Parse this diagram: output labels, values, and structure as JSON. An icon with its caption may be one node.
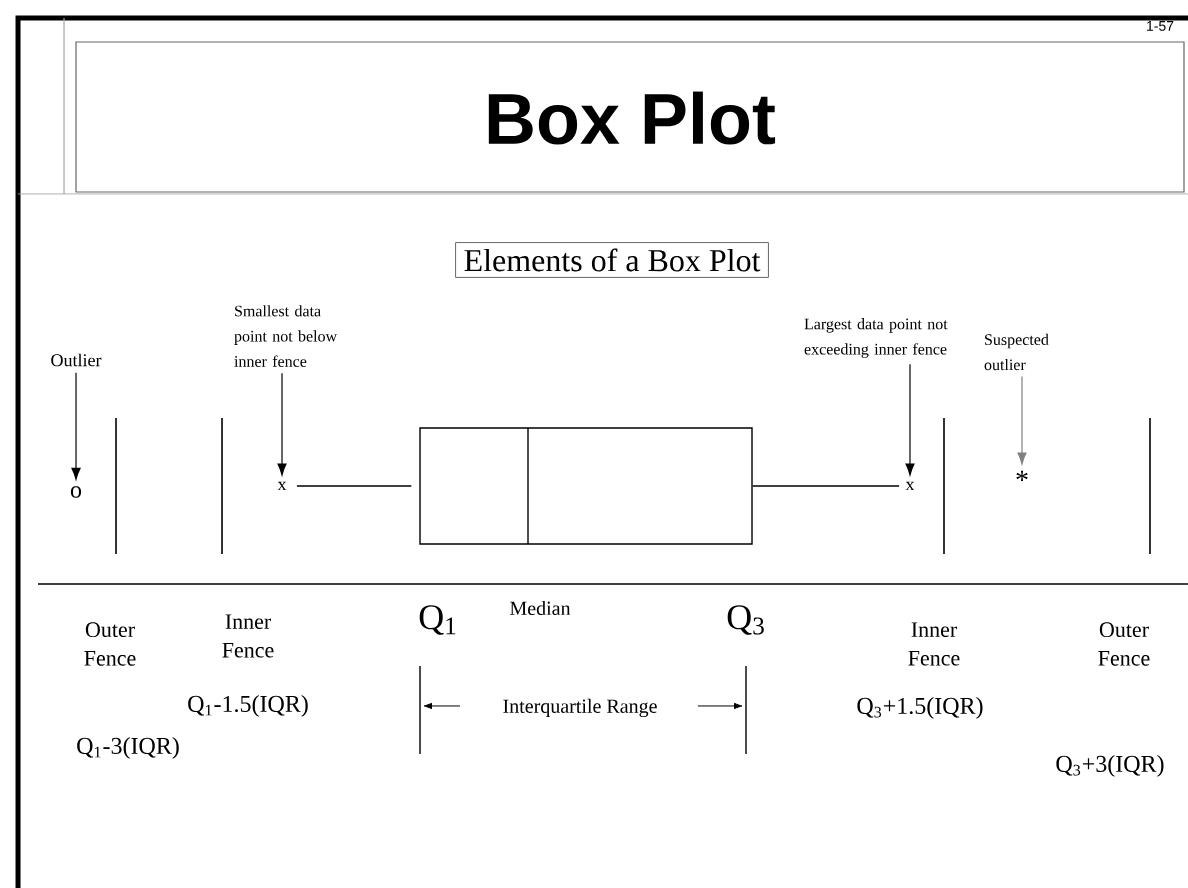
{
  "diagram": {
    "title": "Box Plot",
    "nodes": [
      {
        "text": [
          "Outlier"
        ]
      },
      {
        "text": [
          "o"
        ]
      },
      {
        "text": [
          "Smallest data point not below inner fence"
        ]
      },
      {
        "text": [
          "x"
        ]
      },
      {
        "text": [
          "Largest data point not exceeding inner fence"
        ]
      },
      {
        "text": [
          "x"
        ]
      },
      {
        "text": [
          "Suspected outlier"
        ]
      },
      {
        "text": [
          "*"
        ]
      },
      {
        "text": [
          "Elements of a Box Plot"
        ]
      },
      {
        "text": [],
        "shape": "box"
      }
    ],
    "edges": [
      {
        "from": 0,
        "to": 1,
        "arrow": "to"
      },
      {
        "from": 2,
        "to": 3,
        "arrow": "to"
      },
      {
        "from": 4,
        "to": 5,
        "arrow": "to"
      },
      {
        "from": 6,
        "to": 7,
        "arrow": "to",
        "color": "#808080"
      },
      {
        "from": 3,
        "to": 9,
        "arrow": "none"
      },
      {
        "from": 9,
        "to": 5,
        "arrow": "none"
      }
    ],
    "labels": [
      "1-57",
      "Outer Fence",
      "Inner Fence",
      "Q$_{1}$",
      "Median",
      "Q$_{3}$",
      "Inner Fence",
      "Outer Fence",
      "Q$_{1}$-1.5(IQR)",
      "Interquartile Range",
      "Q$_{3}$+1.5(IQR)",
      "Q$_{1}$-3(IQR)",
      "Q$_{3}$+3(IQR)"
    ]
  }
}
